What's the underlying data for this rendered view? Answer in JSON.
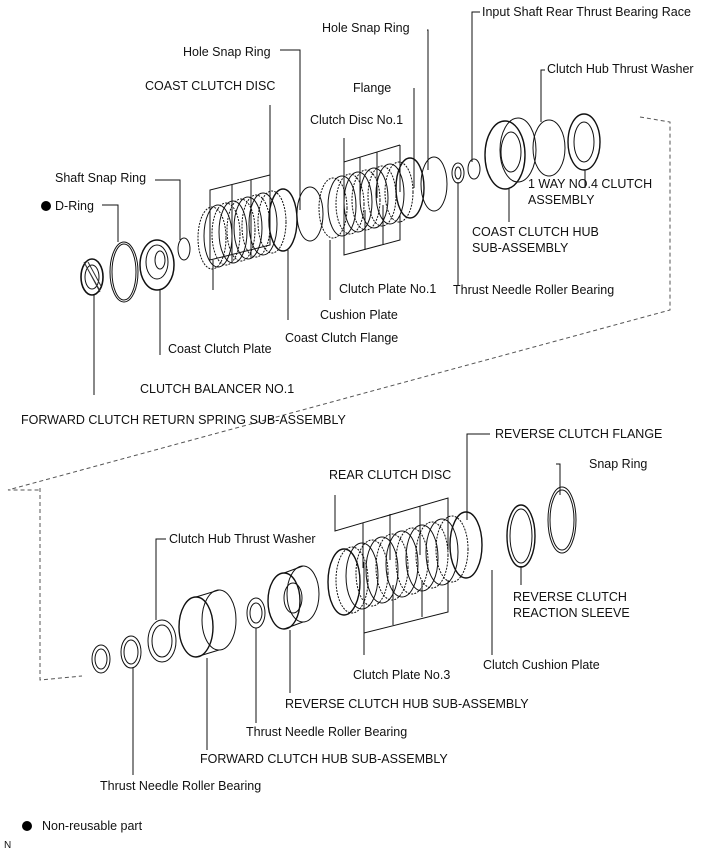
{
  "diagram": {
    "title": "Forward/Reverse clutch exploded view",
    "labels": {
      "input_shaft_rear_thrust_bearing_race": "Input Shaft Rear Thrust Bearing Race",
      "hole_snap_ring_right": "Hole Snap Ring",
      "clutch_hub_thrust_washer_top": "Clutch Hub Thrust Washer",
      "hole_snap_ring_left": "Hole Snap Ring",
      "flange": "Flange",
      "coast_clutch_disc": "COAST CLUTCH DISC",
      "clutch_disc_no1": "Clutch Disc No.1",
      "shaft_snap_ring": "Shaft Snap Ring",
      "d_ring": "D-Ring",
      "one_way_no4_clutch_line1": "1 WAY NO.4 CLUTCH",
      "one_way_no4_clutch_line2": "ASSEMBLY",
      "coast_clutch_hub_line1": "COAST CLUTCH HUB",
      "coast_clutch_hub_line2": "SUB-ASSEMBLY",
      "clutch_plate_no1": "Clutch Plate No.1",
      "thrust_needle_roller_bearing_top": "Thrust Needle Roller Bearing",
      "cushion_plate": "Cushion Plate",
      "coast_clutch_flange": "Coast Clutch Flange",
      "coast_clutch_plate": "Coast Clutch Plate",
      "clutch_balancer_no1": "CLUTCH BALANCER NO.1",
      "forward_clutch_return_spring": "FORWARD CLUTCH RETURN SPRING SUB-ASSEMBLY",
      "reverse_clutch_flange": "REVERSE CLUTCH FLANGE",
      "snap_ring": "Snap Ring",
      "rear_clutch_disc": "REAR CLUTCH DISC",
      "clutch_hub_thrust_washer_bottom": "Clutch Hub Thrust Washer",
      "reverse_clutch_reaction_sleeve_line1": "REVERSE CLUTCH",
      "reverse_clutch_reaction_sleeve_line2": "REACTION SLEEVE",
      "clutch_cushion_plate": "Clutch Cushion Plate",
      "clutch_plate_no3": "Clutch Plate No.3",
      "reverse_clutch_hub": "REVERSE CLUTCH HUB SUB-ASSEMBLY",
      "thrust_needle_roller_bearing_mid": "Thrust Needle Roller Bearing",
      "forward_clutch_hub": "FORWARD CLUTCH HUB SUB-ASSEMBLY",
      "thrust_needle_roller_bearing_bottom": "Thrust Needle Roller Bearing"
    }
  },
  "legend": {
    "non_reusable": "Non-reusable part"
  },
  "footer_code": "N"
}
